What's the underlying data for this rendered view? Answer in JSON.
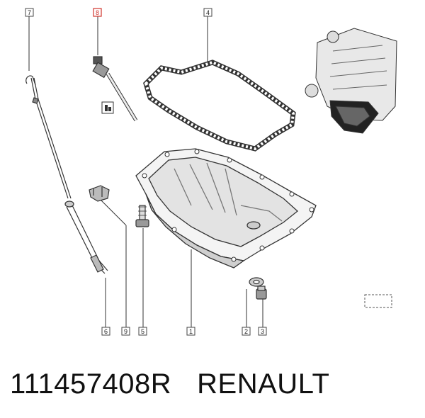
{
  "callouts": {
    "c1": "1",
    "c2": "2",
    "c3": "3",
    "c4": "4",
    "c5": "5",
    "c6": "6",
    "c7": "7",
    "c8": "8",
    "c9": "9"
  },
  "caption": {
    "part_number": "111457408R",
    "brand": "RENAULT"
  },
  "colors": {
    "highlight_label": "#d0342c",
    "line": "#333333"
  }
}
